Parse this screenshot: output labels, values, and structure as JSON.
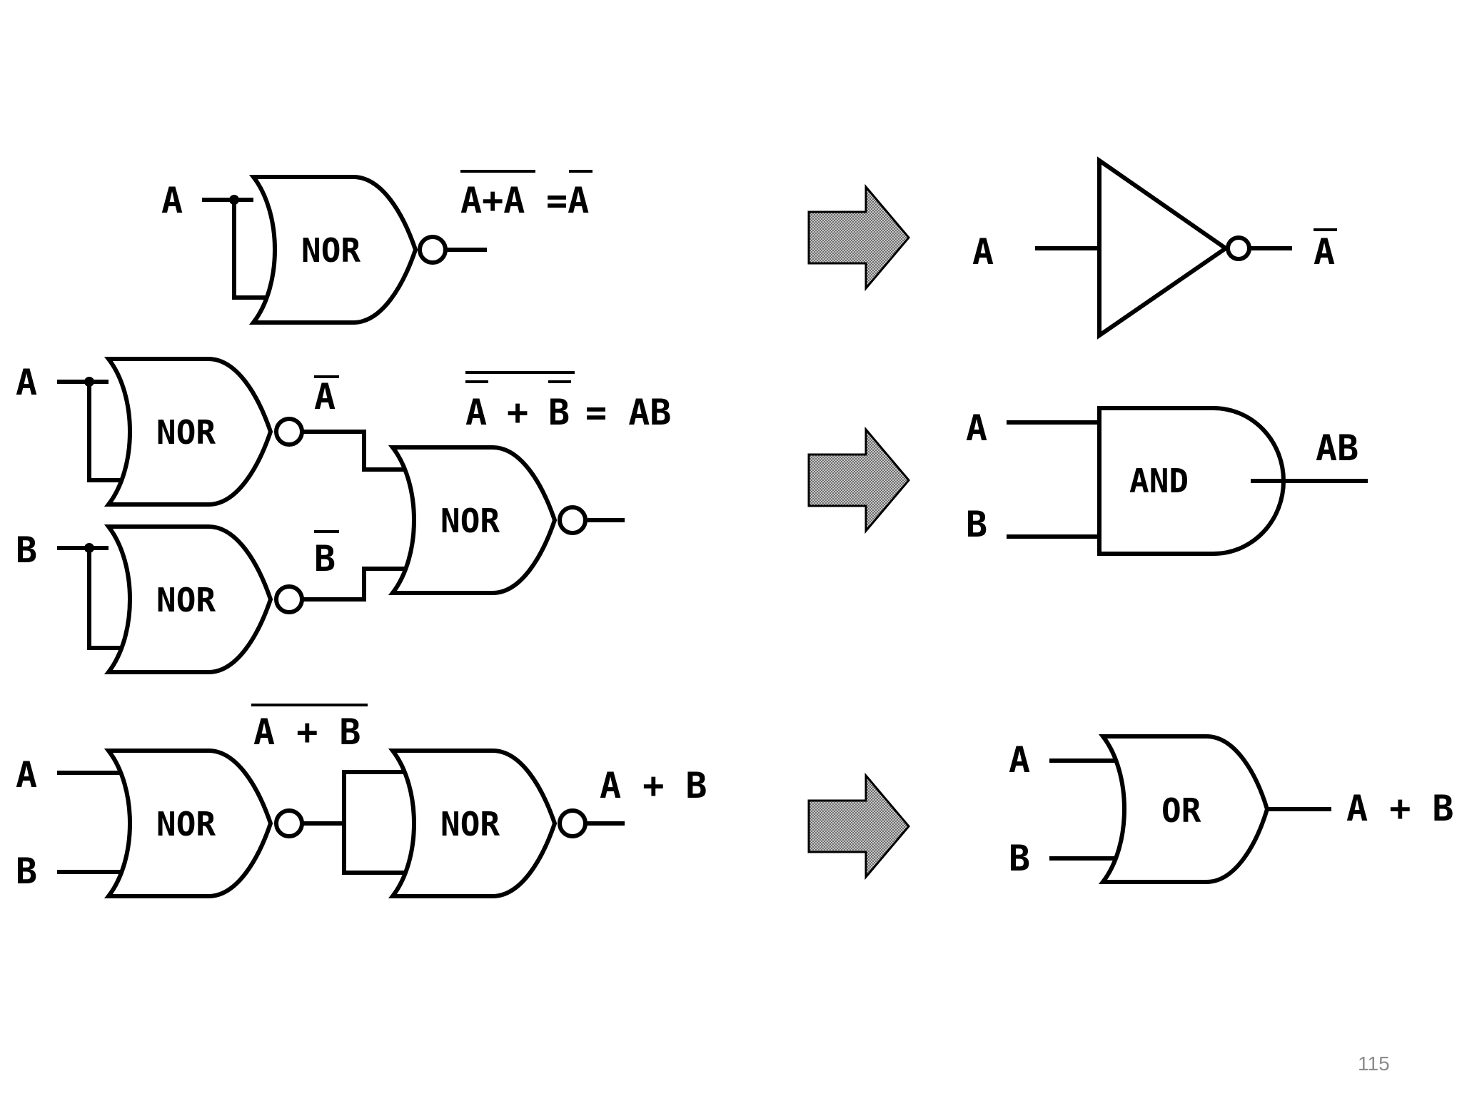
{
  "colors": {
    "ink": "#000000",
    "background": "#ffffff",
    "arrow_fill": "#a8a8a8",
    "page_number": "#8c8c8c"
  },
  "gates": {
    "nor": "NOR",
    "and": "AND",
    "or": "OR"
  },
  "labels": {
    "input_a": "A",
    "input_b": "B",
    "not_a_eq_lhs": "A+A",
    "not_a_eq_rhs": "=A",
    "not_a": "A",
    "not_b": "B",
    "and_eq_a": "A",
    "and_eq_plus": "+",
    "and_eq_b": "B",
    "and_eq_rhs": "= AB",
    "ab": "AB",
    "a_plus_b": "A + B"
  },
  "page_number": "115"
}
